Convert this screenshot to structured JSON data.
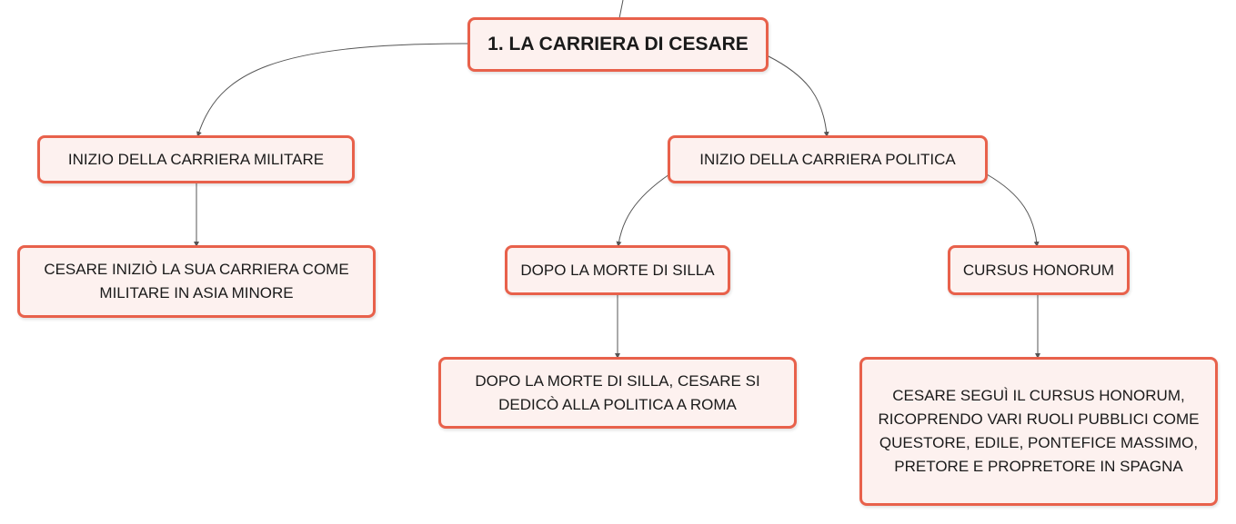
{
  "map": {
    "root": "1. LA CARRIERA DI CESARE",
    "military": {
      "topic": "INIZIO DELLA CARRIERA MILITARE",
      "detail": "CESARE INIZIÒ LA SUA CARRIERA COME MILITARE IN ASIA MINORE"
    },
    "political": {
      "topic": "INIZIO DELLA CARRIERA POLITICA",
      "silla": {
        "topic": "DOPO LA MORTE DI SILLA",
        "detail": "DOPO LA MORTE DI SILLA, CESARE SI DEDICÒ ALLA POLITICA A ROMA"
      },
      "cursus": {
        "topic": "CURSUS HONORUM",
        "detail": "CESARE SEGUÌ IL CURSUS HONORUM, RICOPRENDO VARI RUOLI PUBBLICI COME QUESTORE, EDILE, PONTEFICE MASSIMO, PRETORE E PROPRETORE IN SPAGNA"
      }
    }
  },
  "colors": {
    "node_border": "#e8614b",
    "node_fill": "#fdf1ef",
    "connector": "#555555"
  }
}
